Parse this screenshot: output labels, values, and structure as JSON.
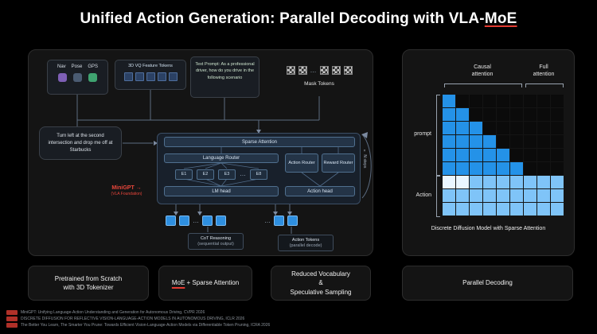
{
  "title": {
    "parts": [
      {
        "text": "Unified Action Generation: Parallel Decoding with VLA-"
      },
      {
        "text": "MoE",
        "underline": true
      }
    ]
  },
  "pipeline": {
    "sensors": {
      "labels": [
        "Nav",
        "Pose",
        "GPS"
      ]
    },
    "feature_tokens_label": "3D VQ Feature Tokens",
    "feature_token_row": [
      "t",
      "t",
      "t",
      "t",
      "t"
    ],
    "prompt_text": "Text Prompt: As a professional driver, how do you drive in the following scenario",
    "mask_row": [
      "c",
      "c",
      "dots",
      "c",
      "c",
      "c"
    ],
    "mask_tokens_label": "Mask Tokens",
    "instruction": "Turn left at the second intersection and drop me off at Starbucks",
    "arch": {
      "sparse_attention": "Sparse Attention",
      "language_router": "Language Router",
      "experts": [
        "E1",
        "E2",
        "E3",
        "…",
        "E8"
      ],
      "action_router": "Action Router",
      "reward_router": "Reward Router",
      "lm_head": "LM head",
      "action_head": "Action head"
    },
    "model_name": "MiniGPT →",
    "model_sub": "(VLA Foundation)",
    "loop_label": "× N steps",
    "cot_tokens": [
      "b",
      "b",
      "dots",
      "b",
      "b"
    ],
    "action_tokens": [
      "dots",
      "b",
      "b"
    ],
    "cot_caption_1": "CoT Reasoning",
    "cot_caption_2": "(sequential output)",
    "action_caption_1": "Action Tokens",
    "action_caption_2": "(parallel decode)"
  },
  "attention": {
    "causal_label": "Causal attention",
    "full_label": "Full attention",
    "prompt_label": "prompt",
    "action_label": "Action",
    "caption": "Discrete Diffusion Model with Sparse Attention",
    "cell_colors": {
      "0": "#0b0b0b",
      "1": "#2492e8",
      "2": "#7fc4f8",
      "3": "#eaf6ff"
    },
    "grid": [
      "100000000",
      "110000000",
      "111000000",
      "111100000",
      "111110000",
      "111111000",
      "332222222",
      "222222222",
      "222222222"
    ]
  },
  "bottom_boxes": [
    {
      "lines": [
        [
          {
            "text": "Pretrained from Scratch"
          }
        ],
        [
          {
            "text": "with 3D Tokenizer"
          }
        ]
      ]
    },
    {
      "lines": [
        [
          {
            "text": "MoE",
            "underline": true
          },
          {
            "text": " + Sparse Attention"
          }
        ]
      ]
    },
    {
      "lines": [
        [
          {
            "text": "Reduced Vocabulary"
          }
        ],
        [
          {
            "text": "&"
          }
        ],
        [
          {
            "text": "Speculative Sampling"
          }
        ]
      ]
    },
    {
      "lines": [
        [
          {
            "text": "Parallel Decoding"
          }
        ]
      ]
    }
  ],
  "references": [
    "MiniGPT: Unifying Language-Action Understanding and Generation for Autonomous Driving, CVPR 2026",
    "DISCRETE DIFFUSION FOR REFLECTIVE VISION-LANGUAGE-ACTION MODELS IN AUTONOMOUS DRIVING, ICLR 2026",
    "The Better You Learn, The Smarter You Prune: Towards Efficient Vision-Language-Action Models via Differentiable Token Pruning, ICRA 2026"
  ]
}
